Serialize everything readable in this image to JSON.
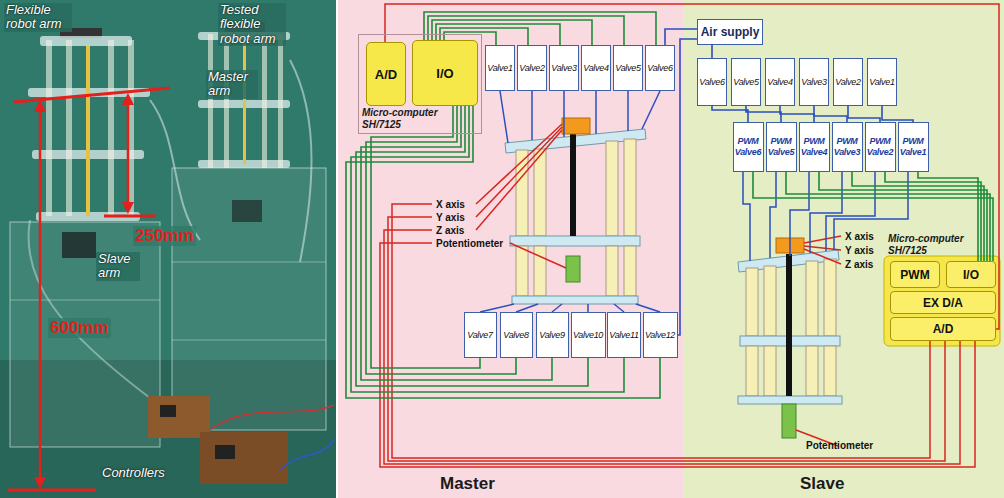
{
  "diagram": {
    "nodes": [
      {
        "text": [
          "Master"
        ]
      },
      {
        "text": [
          "Slave"
        ]
      },
      {
        "text": [
          "Micro-computer SH/7125"
        ],
        "in": 0
      },
      {
        "text": [
          "A/D"
        ],
        "in": 2
      },
      {
        "text": [
          "I/O"
        ],
        "in": 2
      },
      {
        "text": [
          "Valve1"
        ],
        "in": 0
      },
      {
        "text": [
          "Valve2"
        ],
        "in": 0
      },
      {
        "text": [
          "Valve3"
        ],
        "in": 0
      },
      {
        "text": [
          "Valve4"
        ],
        "in": 0
      },
      {
        "text": [
          "Valve5"
        ],
        "in": 0
      },
      {
        "text": [
          "Valve6"
        ],
        "in": 0
      },
      {
        "text": [
          "Air supply"
        ],
        "in": 1
      },
      {
        "text": [
          "Valve6"
        ],
        "in": 1
      },
      {
        "text": [
          "Valve5"
        ],
        "in": 1
      },
      {
        "text": [
          "Valve4"
        ],
        "in": 1
      },
      {
        "text": [
          "Valve3"
        ],
        "in": 1
      },
      {
        "text": [
          "Valve2"
        ],
        "in": 1
      },
      {
        "text": [
          "Valve1"
        ],
        "in": 1
      },
      {
        "text": [
          "PWM Valve6"
        ],
        "in": 1
      },
      {
        "text": [
          "PWM Valve5"
        ],
        "in": 1
      },
      {
        "text": [
          "PWM Valve4"
        ],
        "in": 1
      },
      {
        "text": [
          "PWM Valve3"
        ],
        "in": 1
      },
      {
        "text": [
          "PWM Valve2"
        ],
        "in": 1
      },
      {
        "text": [
          "PWM Valve1"
        ],
        "in": 1
      },
      {
        "text": [
          "Micro-computer SH/7125"
        ],
        "in": 1
      },
      {
        "text": [
          "PWM"
        ],
        "in": 24
      },
      {
        "text": [
          "I/O"
        ],
        "in": 24
      },
      {
        "text": [
          "EX D/A"
        ],
        "in": 24
      },
      {
        "text": [
          "A/D"
        ],
        "in": 24
      },
      {
        "text": [
          "Valve7"
        ],
        "in": 0
      },
      {
        "text": [
          "Valve8"
        ],
        "in": 0
      },
      {
        "text": [
          "Valve9"
        ],
        "in": 0
      },
      {
        "text": [
          "Valve10"
        ],
        "in": 0
      },
      {
        "text": [
          "Valve11"
        ],
        "in": 0
      },
      {
        "text": [
          "Valve12"
        ],
        "in": 0
      }
    ],
    "edges": [
      {
        "from": 4,
        "to": 5,
        "arrow": "none"
      },
      {
        "from": 4,
        "to": 6,
        "arrow": "none"
      },
      {
        "from": 4,
        "to": 7,
        "arrow": "none"
      },
      {
        "from": 4,
        "to": 8,
        "arrow": "none"
      },
      {
        "from": 4,
        "to": 9,
        "arrow": "none"
      },
      {
        "from": 4,
        "to": 10,
        "arrow": "none"
      },
      {
        "from": 4,
        "to": 29,
        "arrow": "none"
      },
      {
        "from": 4,
        "to": 30,
        "arrow": "none"
      },
      {
        "from": 4,
        "to": 31,
        "arrow": "none"
      },
      {
        "from": 4,
        "to": 32,
        "arrow": "none"
      },
      {
        "from": 4,
        "to": 33,
        "arrow": "none"
      },
      {
        "from": 4,
        "to": 34,
        "arrow": "none"
      },
      {
        "from": 11,
        "to": 10,
        "arrow": "none"
      },
      {
        "from": 11,
        "to": 12,
        "arrow": "none"
      },
      {
        "from": 11,
        "to": 34,
        "arrow": "none"
      },
      {
        "from": 26,
        "to": 18,
        "arrow": "none"
      },
      {
        "from": 26,
        "to": 19,
        "arrow": "none"
      },
      {
        "from": 26,
        "to": 20,
        "arrow": "none"
      },
      {
        "from": 26,
        "to": 21,
        "arrow": "none"
      },
      {
        "from": 26,
        "to": 22,
        "arrow": "none"
      },
      {
        "from": 26,
        "to": 23,
        "arrow": "none"
      },
      {
        "from": 18,
        "to": 12,
        "arrow": "none"
      },
      {
        "from": 19,
        "to": 13,
        "arrow": "none"
      },
      {
        "from": 20,
        "to": 14,
        "arrow": "none"
      },
      {
        "from": 21,
        "to": 15,
        "arrow": "none"
      },
      {
        "from": 22,
        "to": 16,
        "arrow": "none"
      },
      {
        "from": 23,
        "to": 17,
        "arrow": "none"
      }
    ],
    "labels": [
      "Flexible robot arm",
      "Tested flexible robot arm",
      "Master arm",
      "250mm",
      "Slave arm",
      "600mm",
      "Controllers",
      "X axis",
      "Y axis",
      "Z axis",
      "Potentiometer",
      "X axis",
      "Y axis",
      "Z axis",
      "Potentiometer"
    ]
  }
}
